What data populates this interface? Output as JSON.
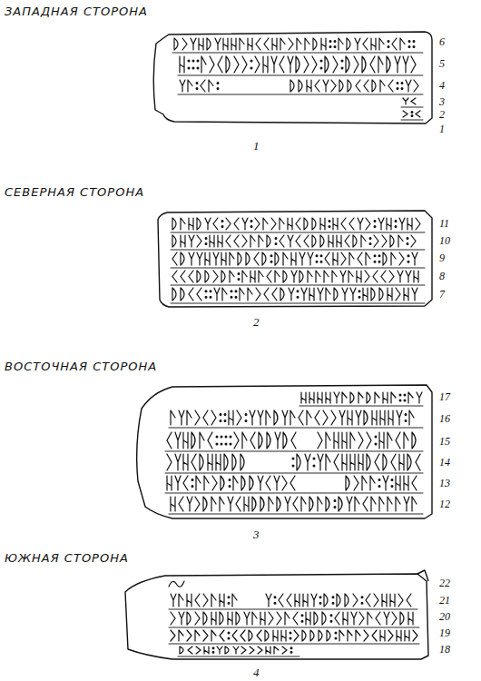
{
  "diagram": {
    "labels": [
      "ЗАПАДНАЯ СТОРОНА",
      "6",
      "5",
      "4",
      "3",
      "2",
      "1",
      "1",
      "СЕВЕРНАЯ СТОРОНА",
      "11",
      "10",
      "9",
      "8",
      "7",
      "2",
      "ВОСТОЧНАЯ СТОРОНА",
      "17",
      "16",
      "15",
      "14",
      "13",
      "12",
      "3",
      "ЮЖНАЯ СТОРОНА",
      "22",
      "21",
      "20",
      "19",
      "18",
      "4"
    ]
  }
}
